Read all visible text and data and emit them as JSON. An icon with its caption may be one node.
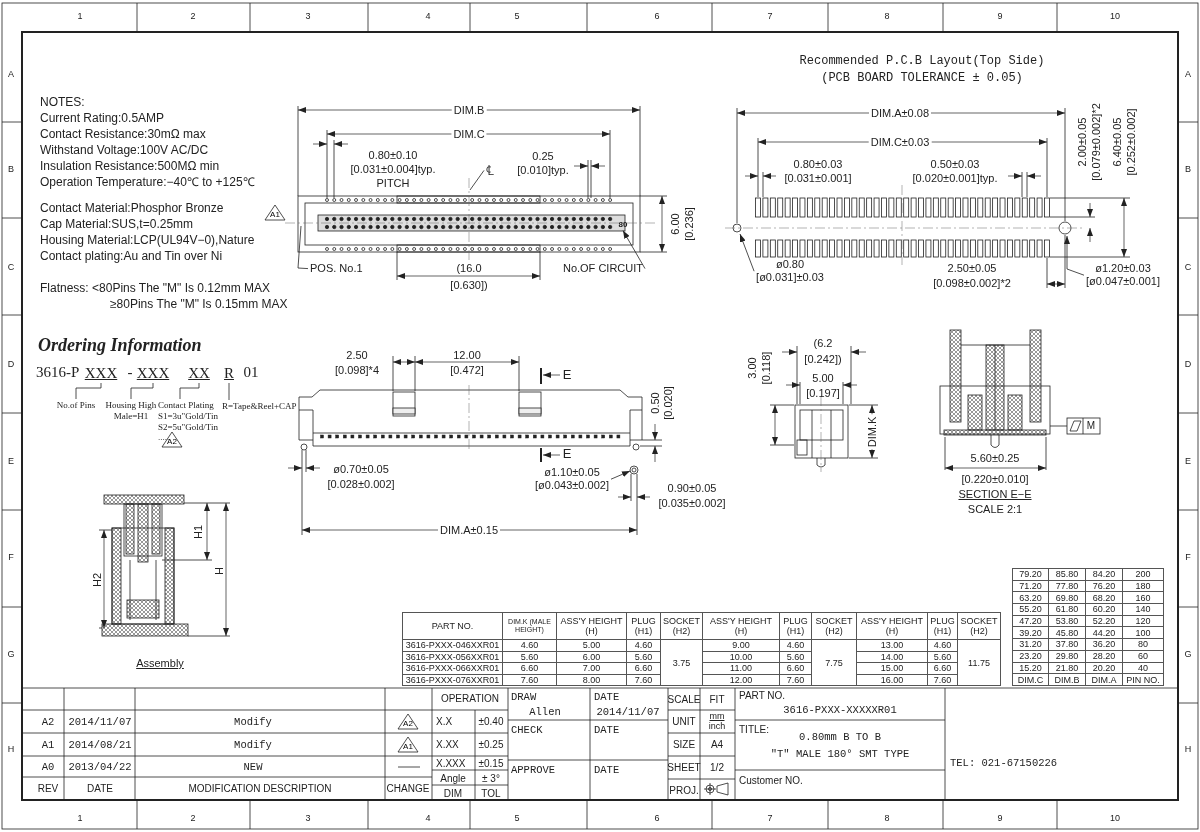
{
  "diagram": {
    "nodes": [
      {
        "text": [
          "POS. No.1"
        ]
      },
      {
        "text": [
          "No.OF CIRCUIT"
        ]
      },
      {
        "text": [
          "℄"
        ]
      },
      {
        "text": [
          "ø0.80",
          "[ø0.031]±0.03"
        ]
      },
      {
        "text": [
          "ø1.20±0.03",
          "[ø0.047±0.001]"
        ]
      },
      {
        "text": [
          "ø1.10±0.05",
          "[ø0.043±0.002]"
        ]
      },
      {
        "text": [
          "XXX"
        ]
      },
      {
        "text": [
          "XXX"
        ]
      },
      {
        "text": [
          "XX"
        ]
      },
      {
        "text": [
          "R"
        ]
      },
      {
        "text": [
          "No.of Pins"
        ]
      },
      {
        "text": [
          "Housing High",
          "Male=H1"
        ]
      },
      {
        "text": [
          "Contact Plating",
          "S1=3u\"Gold/Tin",
          "S2=5u\"Gold/Tin",
          "....."
        ]
      },
      {
        "text": [
          "R=Tape&Reel+CAP"
        ]
      },
      {
        "text": [
          "80"
        ]
      }
    ],
    "edges": [
      {
        "from": 0,
        "to": null,
        "arrow": "none"
      },
      {
        "from": 1,
        "to": 14,
        "arrow": "to"
      },
      {
        "from": 2,
        "to": null,
        "arrow": "none"
      },
      {
        "from": 3,
        "to": null,
        "arrow": "to"
      },
      {
        "from": 4,
        "to": null,
        "arrow": "to"
      },
      {
        "from": 5,
        "to": null,
        "arrow": "to"
      },
      {
        "from": 10,
        "to": 6,
        "arrow": "none"
      },
      {
        "from": 11,
        "to": 7,
        "arrow": "none"
      },
      {
        "from": 12,
        "to": 8,
        "arrow": "none"
      },
      {
        "from": 13,
        "to": 9,
        "arrow": "none"
      }
    ],
    "labels": [
      "1",
      "2",
      "3",
      "4",
      "5",
      "6",
      "7",
      "8",
      "9",
      "10",
      "A",
      "B",
      "C",
      "D",
      "E",
      "F",
      "G",
      "H",
      "A",
      "B",
      "C",
      "D",
      "E",
      "F",
      "G",
      "H",
      "1",
      "2",
      "3",
      "4",
      "5",
      "6",
      "7",
      "8",
      "9",
      "10",
      "Recommended P.C.B Layout(Top Side)",
      "(PCB BOARD TOLERANCE ± 0.05)",
      "NOTES:",
      "Current Rating:0.5AMP",
      "Contact Resistance:30mΩ max",
      "Withstand Voltage:100V AC/DC",
      "Insulation Resistance:500MΩ min",
      "Operation Temperature:−40℃ to +125℃",
      "Contact Material:Phosphor Bronze",
      "Cap Material:SUS,t=0.25mm",
      "Housing Material:LCP(UL94V−0),Nature",
      "Contact plating:Au and Tin over Ni",
      "Flatness: <80Pins The \"M\" Is 0.12mm MAX",
      "≥80Pins The \"M\" Is 0.15mm MAX",
      "DIM.B",
      "DIM.C",
      "0.80±0.10",
      "[0.031±0.004]typ.",
      "PITCH",
      "0.25",
      "[0.010]typ.",
      "6.00",
      "[0.236]",
      "(16.0",
      "[0.630])",
      "A1",
      "DIM.A±0.08",
      "DIM.C±0.03",
      "0.80±0.03",
      "[0.031±0.001]",
      "0.50±0.03",
      "[0.020±0.001]typ.",
      "2.00±0.05",
      "[0.079±0.002]*2",
      "6.40±0.05",
      "[0.252±0.002]",
      "2.50±0.05",
      "[0.098±0.002]*2",
      "Ordering Information",
      "3616-P",
      "-",
      "01",
      "A2",
      "2.50",
      "[0.098]*4",
      "12.00",
      "[0.472]",
      "E",
      "E",
      "0.50",
      "[0.020]",
      "ø0.70±0.05",
      "[0.028±0.002]",
      "0.90±0.05",
      "[0.035±0.002]",
      "DIM.A±0.15",
      "(6.2",
      "[0.242])",
      "3.00",
      "[0.118]",
      "5.00",
      "[0.197]",
      "DIM.K",
      "M",
      "5.60±0.25",
      "[0.220±0.010]",
      "SECTION E−E",
      "SCALE 2:1",
      "H1",
      "H2",
      "H",
      "Assembly",
      "PART NO.",
      "DIM.K (MALE HEIGHT)",
      "ASS'Y HEIGHT (H)",
      "PLUG (H1)",
      "SOCKET (H2)",
      "ASS'Y HEIGHT (H)",
      "PLUG (H1)",
      "SOCKET (H2)",
      "ASS'Y HEIGHT (H)",
      "PLUG (H1)",
      "SOCKET (H2)",
      "3616-PXXX-046XXR01",
      "4.60",
      "5.00",
      "4.60",
      "3.75",
      "9.00",
      "4.60",
      "7.75",
      "13.00",
      "4.60",
      "11.75",
      "3616-PXXX-056XXR01",
      "5.60",
      "6.00",
      "5.60",
      "10.00",
      "5.60",
      "14.00",
      "5.60",
      "3616-PXXX-066XXR01",
      "6.60",
      "7.00",
      "6.60",
      "11.00",
      "6.60",
      "15.00",
      "6.60",
      "3616-PXXX-076XXR01",
      "7.60",
      "8.00",
      "7.60",
      "12.00",
      "7.60",
      "16.00",
      "7.60",
      "79.20",
      "85.80",
      "84.20",
      "200",
      "71.20",
      "77.80",
      "76.20",
      "180",
      "63.20",
      "69.80",
      "68.20",
      "160",
      "55.20",
      "61.80",
      "60.20",
      "140",
      "47.20",
      "53.80",
      "52.20",
      "120",
      "39.20",
      "45.80",
      "44.20",
      "100",
      "31.20",
      "37.80",
      "36.20",
      "80",
      "23.20",
      "29.80",
      "28.20",
      "60",
      "15.20",
      "21.80",
      "20.20",
      "40",
      "DIM.C",
      "DIM.B",
      "DIM.A",
      "PIN NO.",
      "A2",
      "2014/11/07",
      "Modify",
      "A2",
      "A1",
      "2014/08/21",
      "Modify",
      "A1",
      "A0",
      "2013/04/22",
      "NEW",
      "REV",
      "DATE",
      "MODIFICATION DESCRIPTION",
      "CHANGE",
      "OPERATION",
      "X.X",
      "±0.40",
      "X.XX",
      "±0.25",
      "X.XXX",
      "±0.15",
      "Angle",
      "± 3°",
      "DIM",
      "TOL",
      "DRAW",
      "Allen",
      "DATE",
      "2014/11/07",
      "CHECK",
      "DATE",
      "APPROVE",
      "DATE",
      "SCALE",
      "FIT",
      "UNIT",
      "mm",
      "inch",
      "SIZE",
      "A4",
      "SHEET",
      "1/2",
      "PROJ.",
      "PART NO.",
      "3616-PXXX-XXXXXR01",
      "TITLE:",
      "0.80mm B TO B",
      "\"T\" MALE 180° SMT TYPE",
      "Customer NO.",
      "TEL: 021-67150226"
    ]
  }
}
